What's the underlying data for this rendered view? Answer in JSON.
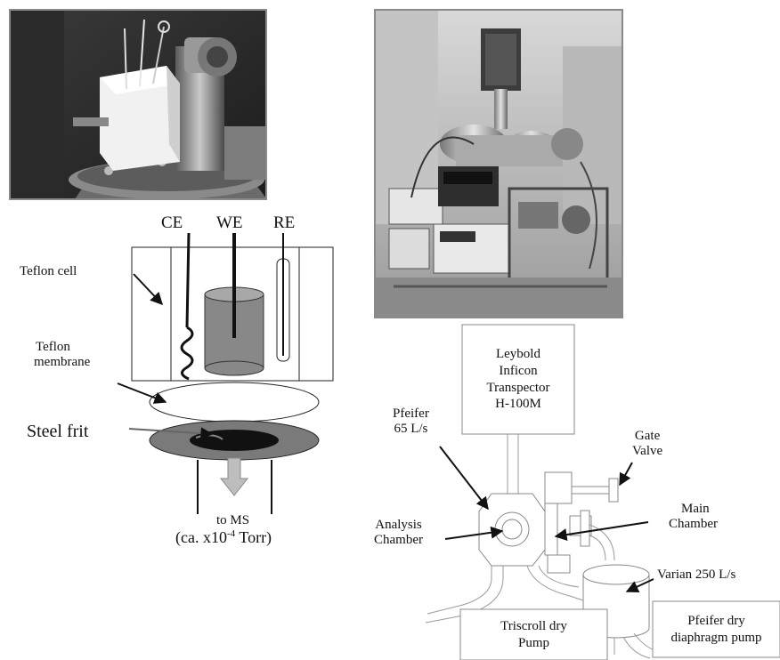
{
  "electrochem_cell": {
    "electrode_ce": "CE",
    "electrode_we": "WE",
    "electrode_re": "RE",
    "teflon_cell": "Teflon cell",
    "teflon_membrane_line1": "Teflon",
    "teflon_membrane_line2": "membrane",
    "steel_frit": "Steel frit",
    "to_ms": "to MS",
    "pressure_prefix": "(ca. x10",
    "pressure_exponent": "-4",
    "pressure_suffix": " Torr)"
  },
  "vacuum_system": {
    "transpector_line1": "Leybold",
    "transpector_line2": "Inficon",
    "transpector_line3": "Transpector",
    "transpector_line4": "H-100M",
    "pfeifer_line1": "Pfeifer",
    "pfeifer_line2": "65 L/s",
    "gate_line1": "Gate",
    "gate_line2": "Valve",
    "main_line1": "Main",
    "main_line2": "Chamber",
    "analysis_line1": "Analysis",
    "analysis_line2": "Chamber",
    "varian": "Varian 250 L/s",
    "triscroll_line1": "Triscroll dry",
    "triscroll_line2": "Pump",
    "diaphragm_line1": "Pfeifer dry",
    "diaphragm_line2": "diaphragm pump"
  }
}
